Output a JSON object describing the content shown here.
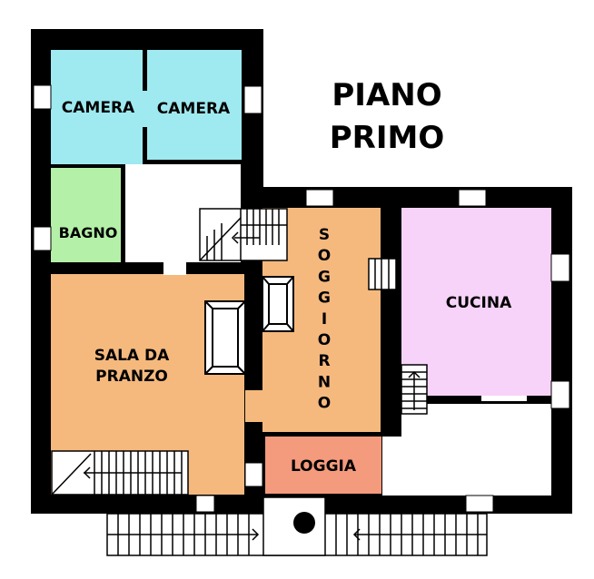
{
  "title": {
    "line1": "PIANO",
    "line2": "PRIMO"
  },
  "rooms": {
    "camera_left": {
      "label": "CAMERA",
      "color": "#9eeaf0"
    },
    "camera_right": {
      "label": "CAMERA",
      "color": "#9eeaf0"
    },
    "bagno": {
      "label": "BAGNO",
      "color": "#b5f0a8"
    },
    "sala_da_pranzo": {
      "line1": "SALA DA",
      "line2": "PRANZO",
      "color": "#f5b97e"
    },
    "soggiorno": {
      "label": "SOGGIORNO",
      "letters": [
        "S",
        "O",
        "G",
        "G",
        "I",
        "O",
        "R",
        "N",
        "O"
      ],
      "color": "#f5b97e"
    },
    "cucina": {
      "label": "CUCINA",
      "color": "#f7d3fa"
    },
    "loggia": {
      "label": "LOGGIA",
      "color": "#f49a7d"
    }
  },
  "colors": {
    "wall": "#000000",
    "background": "#ffffff"
  }
}
